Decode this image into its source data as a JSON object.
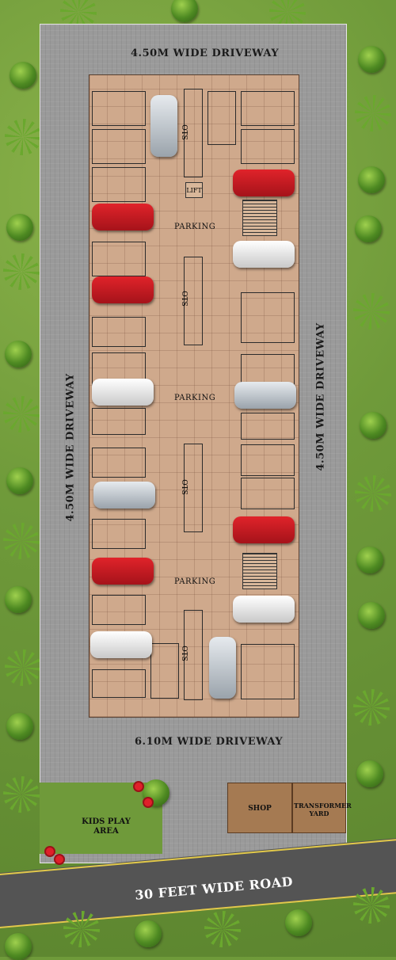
{
  "labels": {
    "top_driveway": "4.50M WIDE DRIVEWAY",
    "left_driveway": "4.50M WIDE DRIVEWAY",
    "right_driveway": "4.50M WIDE DRIVEWAY",
    "bottom_driveway": "6.10M WIDE DRIVEWAY",
    "parking_1": "PARKING",
    "parking_2": "PARKING",
    "parking_3": "PARKING",
    "lift": "LIFT",
    "shaft": "OTS",
    "shop": "SHOP",
    "transformer": "TRANSFORMER YARD",
    "kids_play": "KIDS PLAY AREA",
    "road": "30 FEET WIDE ROAD"
  },
  "colors": {
    "driveway": "#9a9a9a",
    "parking_floor": "#cfa98c",
    "grass": "#6f9a3a",
    "road": "#545454",
    "car_red": "#d81f26",
    "car_white": "#f2f2f2"
  }
}
